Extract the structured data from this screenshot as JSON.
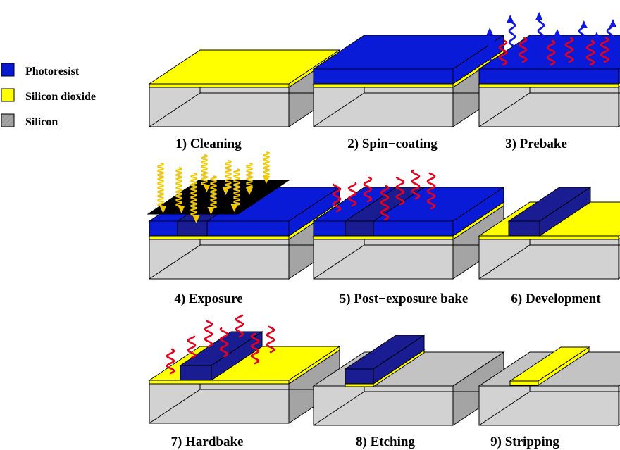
{
  "legend": {
    "items": [
      {
        "label": "Photoresist",
        "swatch": "photoresist"
      },
      {
        "label": "Silicon dioxide",
        "swatch": "oxide"
      },
      {
        "label": "Silicon",
        "swatch": "silicon"
      }
    ]
  },
  "colors": {
    "photoresist": "#0a1bd8",
    "photoresist_dark": "#1a1d92",
    "oxide": "#ffff00",
    "silicon_top": "#c3c3c3",
    "silicon_front": "#d2d2d2",
    "silicon_side": "#a4a4a4",
    "mask": "#000000",
    "heat": "#e8001c",
    "vapor": "#0d17e6",
    "uv_light": "#f2c800"
  },
  "steps": [
    {
      "label": "1) Cleaning"
    },
    {
      "label": "2) Spin−coating"
    },
    {
      "label": "3) Prebake"
    },
    {
      "label": "4) Exposure"
    },
    {
      "label": "5) Post−exposure bake"
    },
    {
      "label": "6) Development"
    },
    {
      "label": "7) Hardbake"
    },
    {
      "label": "8) Etching"
    },
    {
      "label": "9) Stripping"
    }
  ]
}
